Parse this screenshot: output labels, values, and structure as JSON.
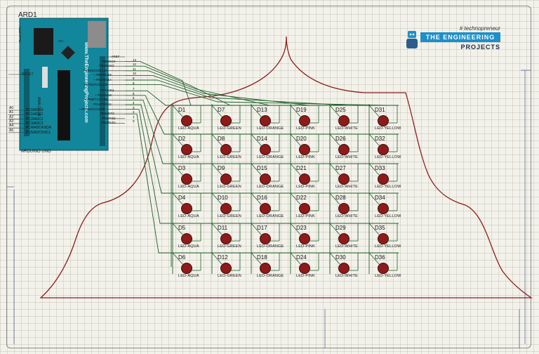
{
  "schematic": {
    "component_ref": "ARD1",
    "board_model": "ARDUINO UNO",
    "board_silkscreen": "www.TheEngineeringProjects.com",
    "reset_label": "RESET",
    "reset_btn_label": "Reset BTN",
    "analog_label": "ANALOG IN",
    "on_label": "ON",
    "right_pins": [
      {
        "name": "AREF",
        "num": ""
      },
      {
        "name": "PB5/SCK",
        "num": "13"
      },
      {
        "name": "PB4/MISO",
        "num": "12"
      },
      {
        "name": "PB3/MOSI/OC2A",
        "num": "11"
      },
      {
        "name": "~ PB2/OC1B",
        "num": "10"
      },
      {
        "name": "~ PB1/OC1A",
        "num": "9"
      },
      {
        "name": "PB0/ICP1/CLKO",
        "num": "8"
      },
      {
        "name": "PD7/AIN1",
        "num": "7"
      },
      {
        "name": "~ PD6/AIN0",
        "num": "6"
      },
      {
        "name": "~ PD5/T1/OC0B",
        "num": "5"
      },
      {
        "name": "PD4/T0/XCK",
        "num": "4"
      },
      {
        "name": "~ PD3/INT1/OC2B",
        "num": "3"
      },
      {
        "name": "PD2/INT0",
        "num": "2"
      },
      {
        "name": "PD1/TXD",
        "num": "1"
      },
      {
        "name": "PD0/RXD",
        "num": "0"
      }
    ],
    "analog_pins": [
      {
        "name": "PC0/ADC0",
        "tag": "A0"
      },
      {
        "name": "PC1/ADC1",
        "tag": "A1"
      },
      {
        "name": "PC2/ADC2",
        "tag": "A2"
      },
      {
        "name": "PC3/ADC3",
        "tag": "A3"
      },
      {
        "name": "PC4/ADC4/SDA",
        "tag": "A4"
      },
      {
        "name": "PC5/ADC5/SCL",
        "tag": "A5"
      }
    ],
    "led_columns": [
      {
        "type": "LED-AQUA",
        "names": [
          "D1",
          "D2",
          "D3",
          "D4",
          "D5",
          "D6"
        ]
      },
      {
        "type": "LED-GREEN",
        "names": [
          "D7",
          "D8",
          "D9",
          "D10",
          "D11",
          "D12"
        ]
      },
      {
        "type": "LED-ORANGE",
        "names": [
          "D13",
          "D14",
          "D15",
          "D16",
          "D17",
          "D18"
        ]
      },
      {
        "type": "LED-PINK",
        "names": [
          "D19",
          "D20",
          "D21",
          "D22",
          "D23",
          "D24"
        ]
      },
      {
        "type": "LED-WHITE",
        "names": [
          "D25",
          "D26",
          "D27",
          "D28",
          "D29",
          "D30"
        ]
      },
      {
        "type": "LED-YELLOW",
        "names": [
          "D31",
          "D32",
          "D33",
          "D34",
          "D35",
          "D36"
        ]
      }
    ]
  },
  "brand": {
    "tagline": "# technopreneur",
    "name": "THE ENGINEERING",
    "sub": "PROJECTS",
    "bar_color": "#1d8fc9"
  },
  "colors": {
    "board": "#12869a",
    "wire": "#1f5f2a",
    "led": "#8e1a1a",
    "outline": "#8b1e1e"
  }
}
